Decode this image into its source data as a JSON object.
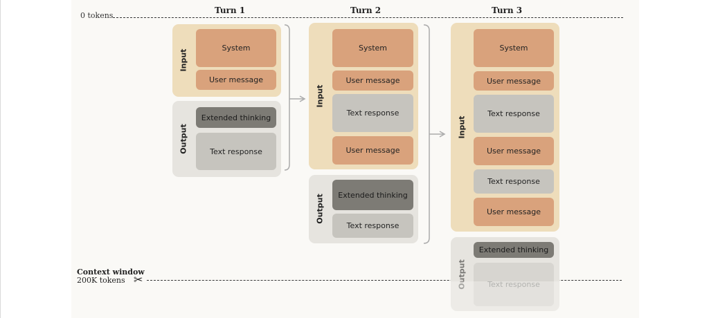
{
  "turns": [
    "Turn 1",
    "Turn 2",
    "Turn 3"
  ],
  "top_marker": "0 tokens",
  "context_window": {
    "title": "Context window",
    "limit": "200K tokens"
  },
  "group_labels": {
    "input": "Input",
    "output": "Output"
  },
  "blocks": {
    "system": "System",
    "user_message": "User message",
    "text_response": "Text response",
    "extended_thinking": "Extended thinking"
  },
  "icons": {
    "cut": "scissors-icon",
    "flow": "arrow-right-icon"
  },
  "colors": {
    "input_bg": "#eeddbb",
    "output_bg": "#e6e4df",
    "system_user": "#d9a27c",
    "text_response": "#c6c4be",
    "extended_thinking": "#7d7b75"
  }
}
